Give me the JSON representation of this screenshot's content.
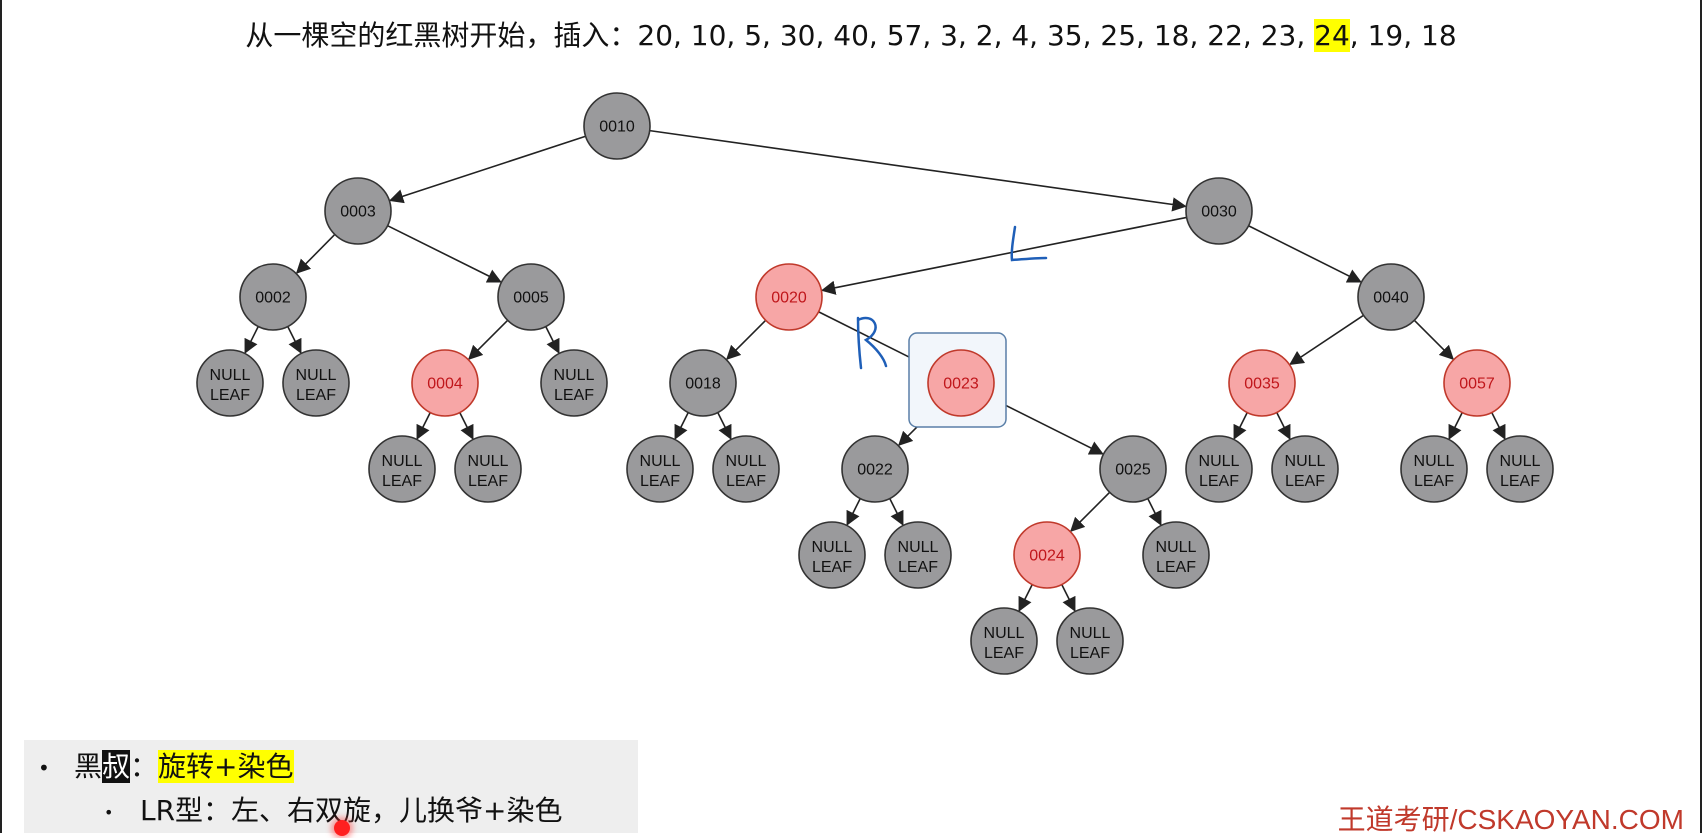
{
  "header": {
    "prefix": "从一棵空的红黑树开始，插入：",
    "seq_before": "20, 10, 5, 30, 40, 57, 3, 2, 4, 35, 25, 18, 22, 23, ",
    "seq_highlight": "24",
    "seq_after": ", 19, 18"
  },
  "tree": {
    "nodes": [
      {
        "id": "n10",
        "label": "0010",
        "color": "black"
      },
      {
        "id": "n3",
        "label": "0003",
        "color": "black"
      },
      {
        "id": "n30",
        "label": "0030",
        "color": "black"
      },
      {
        "id": "n2",
        "label": "0002",
        "color": "black"
      },
      {
        "id": "n5",
        "label": "0005",
        "color": "black"
      },
      {
        "id": "n20",
        "label": "0020",
        "color": "red"
      },
      {
        "id": "n40",
        "label": "0040",
        "color": "black"
      },
      {
        "id": "n4",
        "label": "0004",
        "color": "red"
      },
      {
        "id": "n18",
        "label": "0018",
        "color": "black"
      },
      {
        "id": "n23",
        "label": "0023",
        "color": "red"
      },
      {
        "id": "n35",
        "label": "0035",
        "color": "red"
      },
      {
        "id": "n57",
        "label": "0057",
        "color": "red"
      },
      {
        "id": "n22",
        "label": "0022",
        "color": "black"
      },
      {
        "id": "n25",
        "label": "0025",
        "color": "black"
      },
      {
        "id": "n24",
        "label": "0024",
        "color": "red"
      }
    ],
    "null_leaf_label_top": "NULL",
    "null_leaf_label_bottom": "LEAF",
    "colors": {
      "black_fill": "#9a9a9c",
      "red_fill": "#f7a6a6",
      "red_stroke": "#c0392b",
      "red_text": "#c0161b",
      "edge": "#222222",
      "annotation": "#1f5fb8"
    },
    "annotations": {
      "l": "L",
      "r": "R"
    }
  },
  "notes": {
    "line1_prefix": "黑",
    "line1_inverted": "叔",
    "line1_colon": "：",
    "line1_highlight": "旋转+染色",
    "line2": "LR型：左、右双旋，儿换爷+染色"
  },
  "watermark": "王道考研/CSKAOYAN.COM"
}
